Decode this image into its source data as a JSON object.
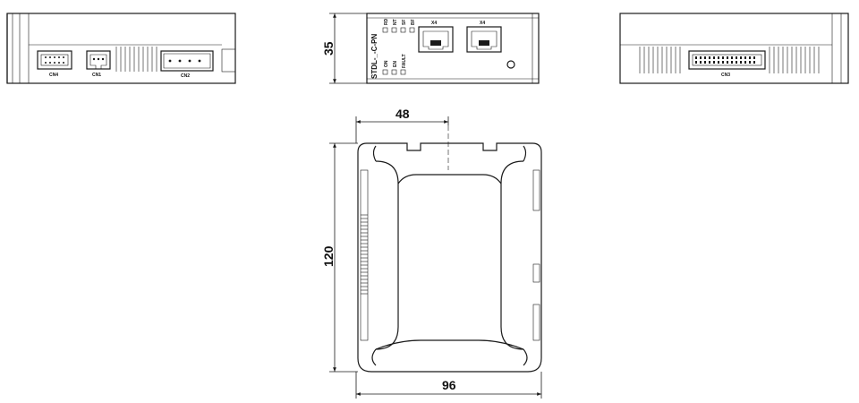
{
  "left_view": {
    "connectors": [
      "CN4",
      "CN1",
      "CN2"
    ]
  },
  "front_view": {
    "model": "STDL-_-C-PN",
    "dimension_height": "35",
    "leds_top": [
      "RD",
      "NT",
      "SF",
      "BF"
    ],
    "leds_bottom": [
      "ON",
      "EN",
      "FAULT"
    ],
    "ports": [
      "X4",
      "X4"
    ]
  },
  "right_view": {
    "connector": "CN3"
  },
  "top_view": {
    "dimension_width_top": "48",
    "dimension_height": "120",
    "dimension_width_bottom": "96"
  }
}
